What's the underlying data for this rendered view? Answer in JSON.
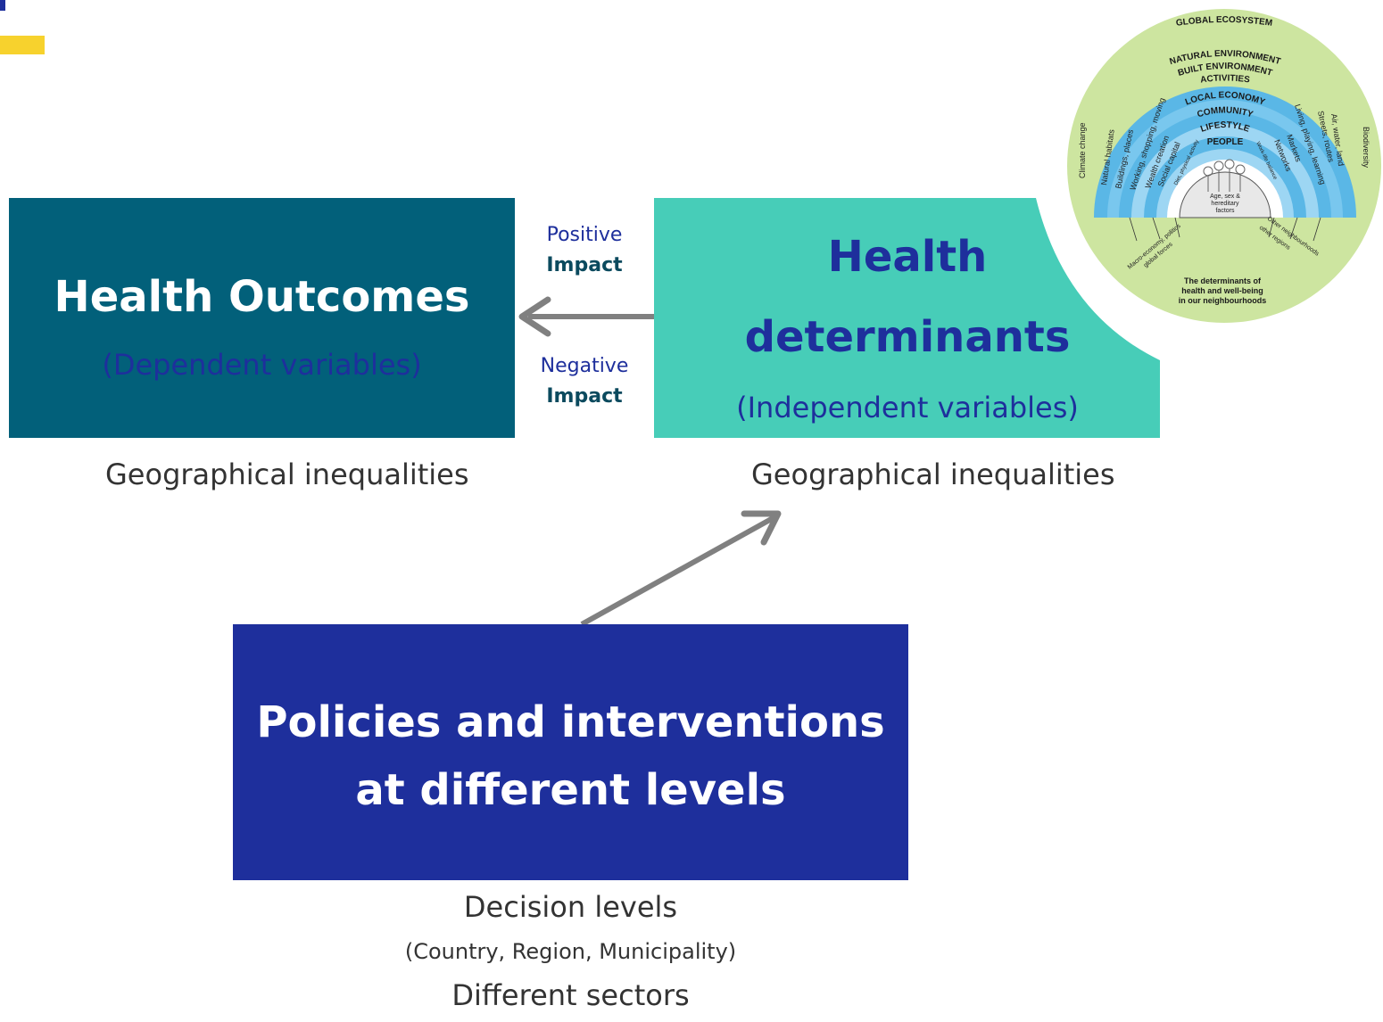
{
  "outcomes": {
    "title": "Health Outcomes",
    "subtitle": "(Dependent variables)",
    "caption": "Geographical inequalities"
  },
  "impact": {
    "positive_word": "Positive",
    "positive_label": "Impact",
    "negative_word": "Negative",
    "negative_label": "Impact"
  },
  "determinants": {
    "title_line1": "Health",
    "title_line2": "determinants",
    "subtitle": "(Independent variables)",
    "caption": "Geographical inequalities"
  },
  "policies": {
    "title_line1": "Policies and interventions",
    "title_line2": "at different levels",
    "decision_levels": "Decision levels",
    "levels_detail": "(Country, Region, Municipality)",
    "sectors": "Different sectors"
  },
  "health_map": {
    "rings": [
      "GLOBAL ECOSYSTEM",
      "NATURAL ENVIRONMENT",
      "BUILT ENVIRONMENT",
      "ACTIVITIES",
      "LOCAL ECONOMY",
      "COMMUNITY",
      "LIFESTYLE",
      "PEOPLE"
    ],
    "center_text": [
      "Age, sex &",
      "hereditary",
      "factors"
    ],
    "side_left": [
      "Climate change",
      "Natural habitats",
      "Buildings, places",
      "Working, shopping, moving",
      "Wealth creation",
      "Social capital",
      "Diet, physical activity"
    ],
    "side_right": [
      "Biodiversity",
      "Air, water, land",
      "Streets, routes",
      "Living, playing, learning",
      "Markets",
      "Networks",
      "Work-life balance"
    ],
    "bottom_left": [
      "Macro-economy, politics",
      "global forces"
    ],
    "bottom_right": [
      "Other neighbourhoods",
      "other regions"
    ],
    "caption": [
      "The determinants of",
      "health and well-being",
      "in our neighbourhoods"
    ]
  },
  "colors": {
    "navy": "#1e2f9c",
    "teal_dark": "#02607a",
    "teal_light": "#47cdb8",
    "yellow": "#f7d22d",
    "arrow_gray": "#808080",
    "circle_green": "#cde5a0"
  }
}
